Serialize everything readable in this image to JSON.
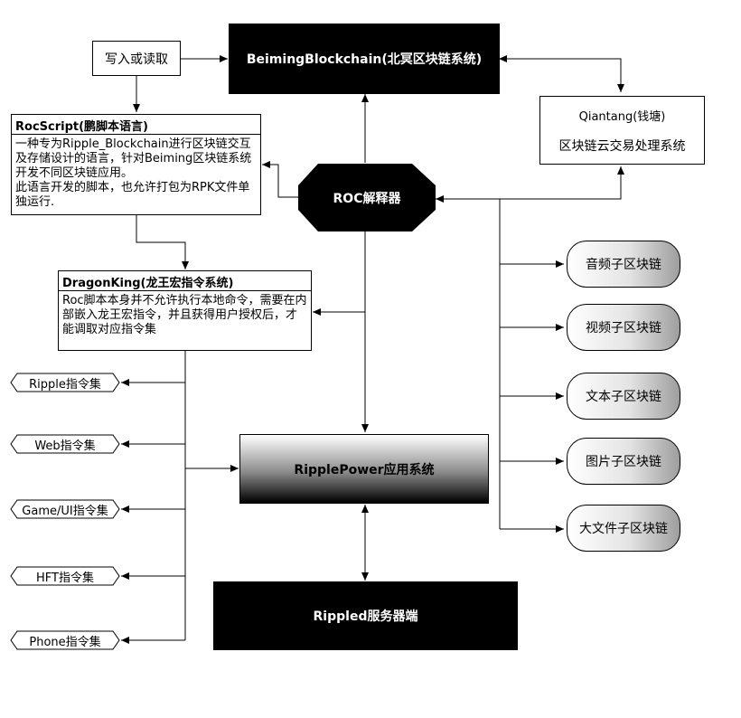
{
  "beiming": "BeimingBlockchain(北冥区块链系统)",
  "write_read": "写入或读取",
  "qiantang": {
    "title": "Qiantang(钱塘)",
    "subtitle": "区块链云交易处理系统"
  },
  "rocscript": {
    "title": "RocScript(鹏脚本语言)",
    "body": "一种专为Ripple_Blockchain进行区块链交互及存储设计的语言，针对Beiming区块链系统开发不同区块链应用。\n此语言开发的脚本，也允许打包为RPK文件单独运行."
  },
  "roc": "ROC解释器",
  "dragonking": {
    "title": "DragonKing(龙王宏指令系统)",
    "body": "Roc脚本本身并不允许执行本地命令，需要在内部嵌入龙王宏指令，并且获得用户授权后，才能调取对应指令集"
  },
  "instruction_sets": [
    "Ripple指令集",
    "Web指令集",
    "Game/UI指令集",
    "HFT指令集",
    "Phone指令集"
  ],
  "ripplepower": "RipplePower应用系统",
  "rippled": "Rippled服务器端",
  "sub_chains": [
    "音频子区块链",
    "视频子区块链",
    "文本子区块链",
    "图片子区块链",
    "大文件子区块链"
  ]
}
